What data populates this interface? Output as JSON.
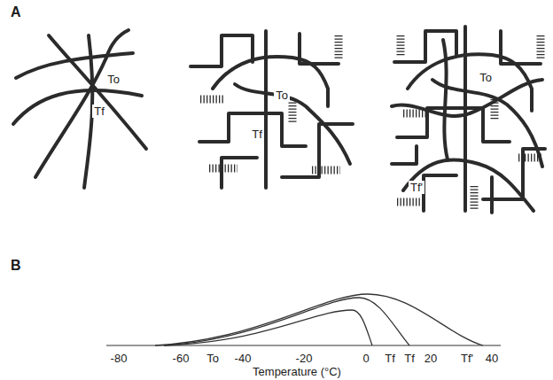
{
  "diagram": {
    "labels": [
      "A",
      "To",
      "Tf",
      "To",
      "Tf",
      "To",
      "Tf'",
      "B",
      "-80",
      "-60",
      "To",
      "-40",
      "-20",
      "0",
      "Tf",
      "Tf",
      "20",
      "Tf'",
      "40",
      "Temperature (°C)"
    ]
  }
}
